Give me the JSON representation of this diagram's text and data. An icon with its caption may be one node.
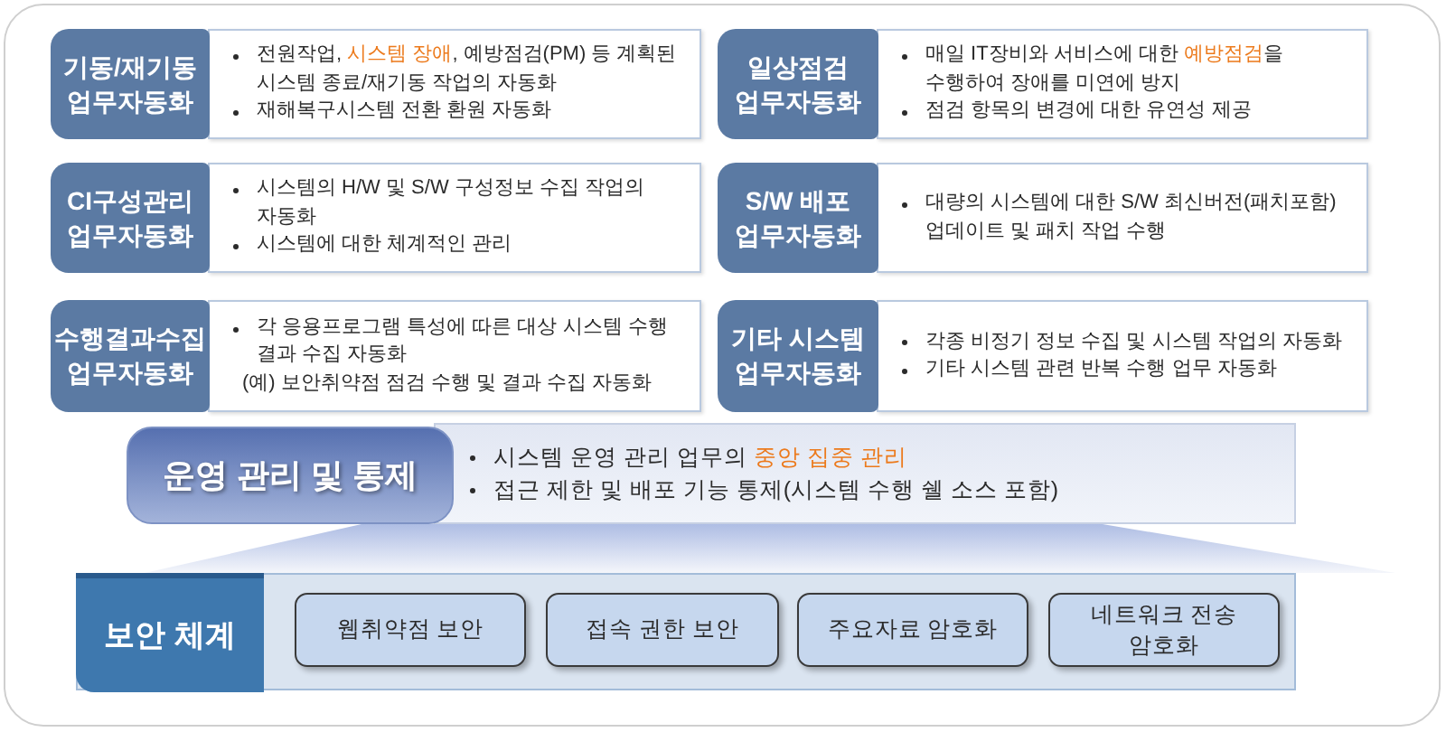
{
  "diagram": {
    "nodes": [
      {
        "text": [
          "기동/재기동 업무자동화"
        ]
      },
      {
        "text": [
          "전원작업, **시스템 장애**, 예방점검(PM) 등 계획된 시스템 종료/재기동 작업의 자동화",
          "재해복구시스템 전환 환원 자동화"
        ]
      },
      {
        "text": [
          "일상점검 업무자동화"
        ]
      },
      {
        "text": [
          "매일 IT장비와 서비스에 대한 **예방점검**을 수행하여 장애를 미연에 방지",
          "점검 항목의 변경에 대한 유연성 제공"
        ]
      },
      {
        "text": [
          "CI구성관리 업무자동화"
        ]
      },
      {
        "text": [
          "시스템의 H/W 및 S/W 구성정보 수집 작업의 자동화",
          "시스템에 대한 체계적인 관리"
        ]
      },
      {
        "text": [
          "S/W 배포 업무자동화"
        ]
      },
      {
        "text": [
          "대량의 시스템에 대한 S/W 최신버전(패치포함) 업데이트 및 패치 작업 수행"
        ]
      },
      {
        "text": [
          "수행결과수집 업무자동화"
        ]
      },
      {
        "text": [
          "각 응용프로그램 특성에 따른 대상 시스템 수행 결과 수집 자동화",
          "(예) 보안취약점 점검 수행 및 결과 수집 자동화"
        ]
      },
      {
        "text": [
          "기타 시스템 업무자동화"
        ]
      },
      {
        "text": [
          "각종 비정기 정보 수집 및 시스템 작업의 자동화",
          "기타 시스템 관련 반복 수행 업무 자동화"
        ]
      },
      {
        "text": [
          "운영 관리 및 통제"
        ]
      },
      {
        "text": [
          "시스템 운영 관리 업무의 **중앙 집중 관리**",
          "접근 제한 및 배포 기능 통제(시스템 수행 쉘 소스 포함)"
        ]
      },
      {
        "text": [],
        "shape": "trapezoid"
      },
      {
        "text": [
          "보안 체계"
        ]
      },
      {
        "text": [
          "웹취약점 보안"
        ],
        "in": 15
      },
      {
        "text": [
          "접속 권한 보안"
        ],
        "in": 15
      },
      {
        "text": [
          "주요자료 암호화"
        ],
        "in": 15
      },
      {
        "text": [
          "네트워크 전송 암호화"
        ],
        "in": 15
      }
    ]
  }
}
